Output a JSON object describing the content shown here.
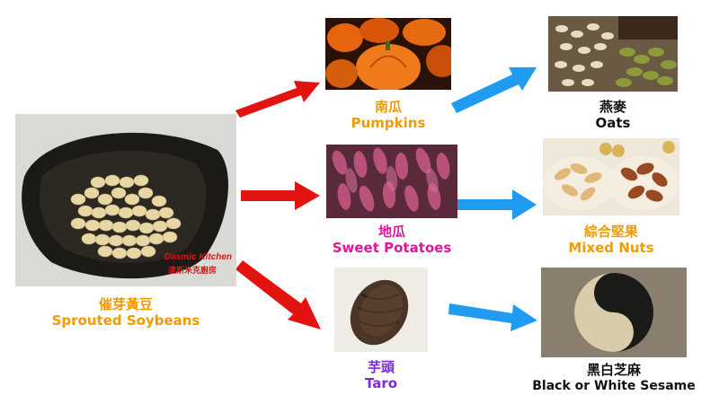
{
  "colors": {
    "orange": "#f29a00",
    "magenta": "#e0169a",
    "purple": "#7b2ad6",
    "dark": "#111111",
    "red_arrow": "#e3140f",
    "blue_arrow": "#1f9bf0"
  },
  "source": {
    "zh": "催芽黃豆",
    "en": "Sprouted Soybeans",
    "watermark_en": "Dasmic Kitchen",
    "watermark_zh": "達斯米克廚房"
  },
  "middle": [
    {
      "zh": "南瓜",
      "en": "Pumpkins"
    },
    {
      "zh": "地瓜",
      "en": "Sweet Potatoes"
    },
    {
      "zh": "芋頭",
      "en": "Taro"
    }
  ],
  "right": [
    {
      "zh": "燕麥",
      "en": "Oats"
    },
    {
      "zh": "綜合堅果",
      "en": "Mixed Nuts"
    },
    {
      "zh": "黑白芝麻",
      "en": "Black or White Sesame"
    }
  ]
}
